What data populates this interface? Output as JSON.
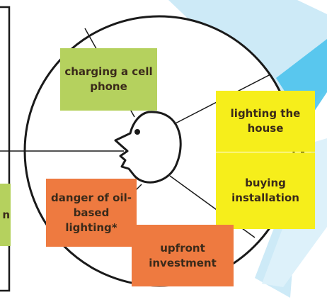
{
  "notes": {
    "charging": "charging a cell phone",
    "lighting": "lighting the house",
    "buying": "buying installation",
    "danger": "danger of oil-based lighting*",
    "upfront": "upfront investment",
    "left_fragment": "n"
  },
  "colors": {
    "green_note": "#b5d15e",
    "yellow_note": "#f6ee1b",
    "orange_note": "#ee7a40",
    "sky_band": "#cdeaf7",
    "sky_band_strong": "#4cc3ec",
    "outline": "#1a1a1a"
  },
  "icons": [
    "face-profile-icon"
  ]
}
